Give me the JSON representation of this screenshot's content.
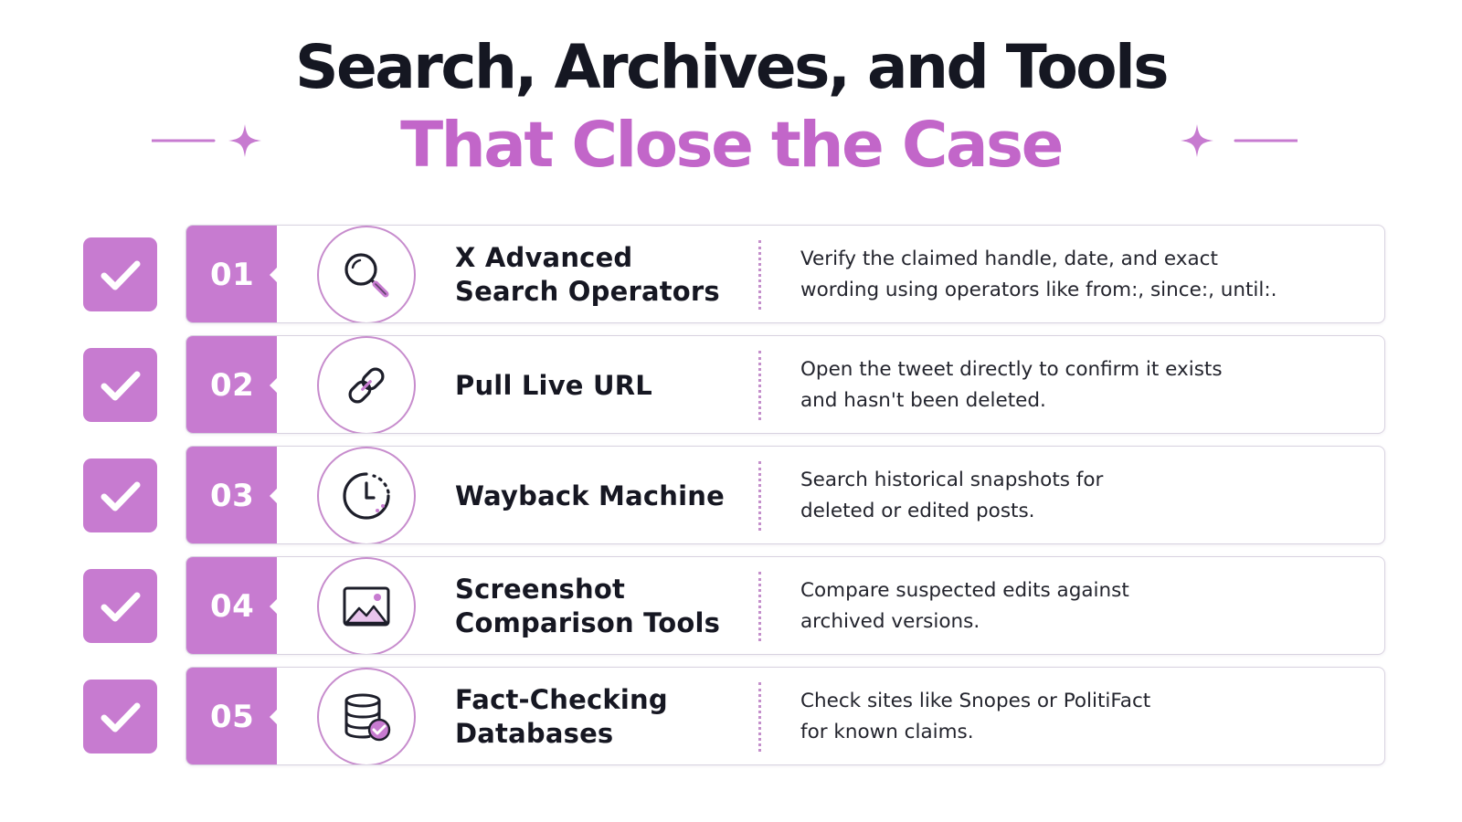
{
  "header": {
    "title_line1": "Search, Archives, and Tools",
    "title_line2": "That Close the Case"
  },
  "colors": {
    "accent": "#c77bd0",
    "title_accent": "#c266c9",
    "text_dark": "#151722",
    "card_border": "#d8d2e0"
  },
  "steps": [
    {
      "number": "01",
      "icon": "magnifying-glass-icon",
      "title": "X Advanced\nSearch Operators",
      "description": "Verify the claimed handle, date, and exact\nwording using operators like from:, since:, until:."
    },
    {
      "number": "02",
      "icon": "link-icon",
      "title": "Pull Live URL",
      "description": "Open the tweet directly to confirm it exists\nand hasn't been deleted."
    },
    {
      "number": "03",
      "icon": "clock-icon",
      "title": "Wayback Machine",
      "description": "Search historical snapshots for\ndeleted or edited posts."
    },
    {
      "number": "04",
      "icon": "image-icon",
      "title": "Screenshot\nComparison Tools",
      "description": "Compare suspected edits against\narchived versions."
    },
    {
      "number": "05",
      "icon": "database-check-icon",
      "title": "Fact-Checking\nDatabases",
      "description": "Check sites like Snopes or PolitiFact\nfor known claims."
    }
  ]
}
